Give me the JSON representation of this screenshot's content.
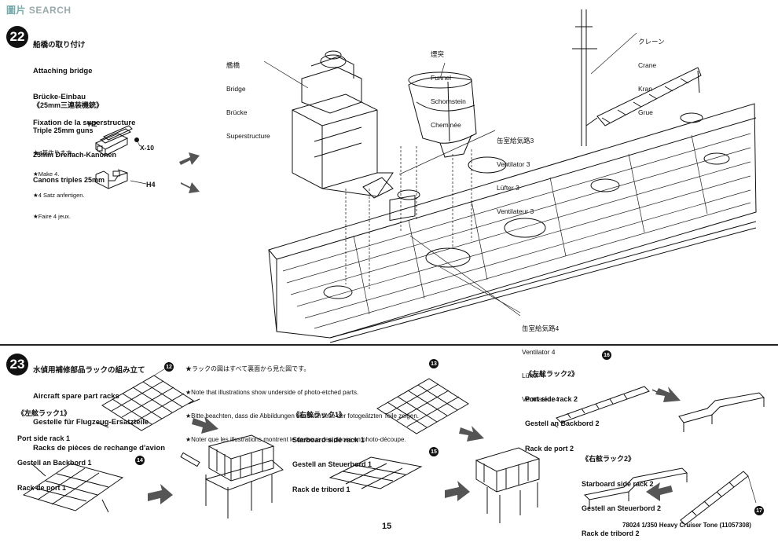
{
  "watermark": "SEARCH",
  "step22": {
    "number": "22",
    "title_lines": [
      "船橋の取り付け",
      "Attaching bridge",
      "Brücke-Einbau",
      "Fixation de la superstructure"
    ],
    "triple_guns": [
      "《25mm三連装機銃》",
      "Triple 25mm guns",
      "25mm Dreifach-Kanonen",
      "Canons triples 25mm"
    ],
    "part_h2": "H2",
    "part_h4": "H4",
    "part_x10": "X-10",
    "make_notes": [
      "★4基作ります。",
      "★Make 4.",
      "★4 Satz anfertigen.",
      "★Faire 4 jeux."
    ],
    "bridge": [
      "艦橋",
      "Bridge",
      "Brücke",
      "Superstructure"
    ],
    "funnel": [
      "煙突",
      "Funnel",
      "Schornstein",
      "Cheminée"
    ],
    "crane": [
      "クレーン",
      "Crane",
      "Kran",
      "Grue"
    ],
    "vent3": [
      "缶室給気路3",
      "Ventilator 3",
      "Lüfter 3",
      "Ventilateur 3"
    ],
    "vent4": [
      "缶室給気路4",
      "Ventilator 4",
      "Lüfter 4",
      "Ventilateur 4"
    ]
  },
  "step23": {
    "number": "23",
    "title_lines": [
      "水偵用補修部品ラックの組み立て",
      "Aircraft spare part racks",
      "Gestelle für Flugzeug-Ersatzteile",
      "Racks de pièces de rechange d'avion"
    ],
    "notes": [
      "★ラックの図はすべて裏面から見た図です。",
      "★Note that illustrations show underside of photo-etched parts.",
      "★Bitte beachten, dass die Abbildungen die Unterseite der fotogeätzten Teile zeigen.",
      "★Noter que les illustrations montrent le dessous des pièces en photo-découpe."
    ],
    "port1": [
      "《左舷ラック1》",
      "Port side rack 1",
      "Gestell an Backbord 1",
      "Rack de port 1"
    ],
    "starboard1": [
      "《右舷ラック1》",
      "Starboard side rack 1",
      "Gestell an Steuerbord 1",
      "Rack de tribord 1"
    ],
    "port2": [
      "《左舷ラック2》",
      "Port side rack 2",
      "Gestell an Backbord 2",
      "Rack de port 2"
    ],
    "starboard2": [
      "《右舷ラック2》",
      "Starboard side rack 2",
      "Gestell an Steuerbord 2",
      "Rack de tribord 2"
    ],
    "badges": [
      "12",
      "13",
      "14",
      "15",
      "16",
      "17"
    ]
  },
  "footer": {
    "page_number": "15",
    "product": "78024 1/350 Heavy Cruiser Tone (11057308)"
  }
}
